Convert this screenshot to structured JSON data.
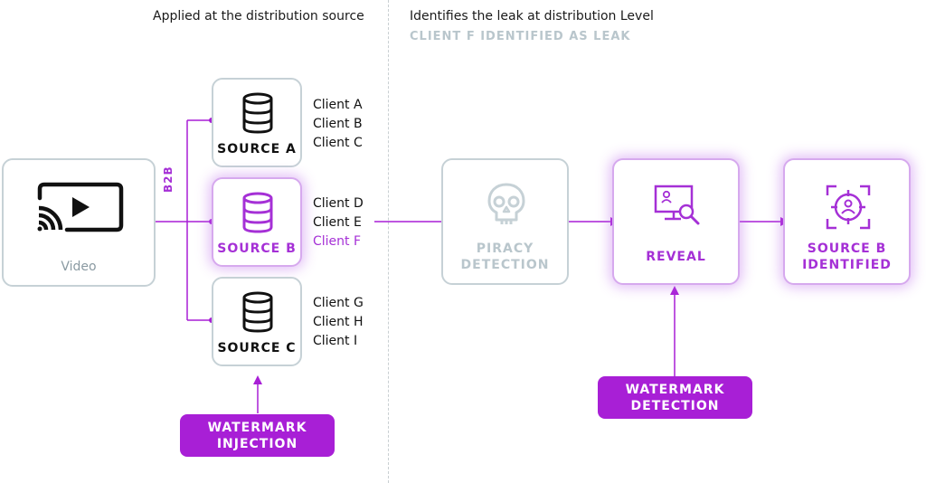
{
  "headers": {
    "left": "Applied at the distribution source",
    "right": "Identifies the leak at distribution Level",
    "right_sub": "CLIENT F IDENTIFIED AS LEAK"
  },
  "video": {
    "label": "Video"
  },
  "b2b_label": "B2B",
  "sources": [
    {
      "label": "SOURCE A",
      "clients": [
        "Client A",
        "Client B",
        "Client C"
      ]
    },
    {
      "label": "SOURCE B",
      "clients": [
        "Client D",
        "Client E",
        "Client F"
      ]
    },
    {
      "label": "SOURCE C",
      "clients": [
        "Client G",
        "Client H",
        "Client I"
      ]
    }
  ],
  "watermark_injection": {
    "line1": "WATERMARK",
    "line2": "INJECTION"
  },
  "piracy_detection": {
    "line1": "PIRACY",
    "line2": "DETECTION"
  },
  "reveal": {
    "label": "REVEAL"
  },
  "source_identified": {
    "line1": "SOURCE B",
    "line2": "IDENTIFIED"
  },
  "watermark_detection": {
    "line1": "WATERMARK",
    "line2": "DETECTION"
  },
  "colors": {
    "accent": "#a81fd6",
    "accent_text": "#a530d6",
    "muted_border": "#c6d1d6",
    "muted_text": "#b9c6cc"
  },
  "icons": {
    "video": "cast-screen-icon",
    "source": "database-icon",
    "piracy": "skull-icon",
    "reveal": "monitor-search-icon",
    "identified": "target-person-icon"
  }
}
